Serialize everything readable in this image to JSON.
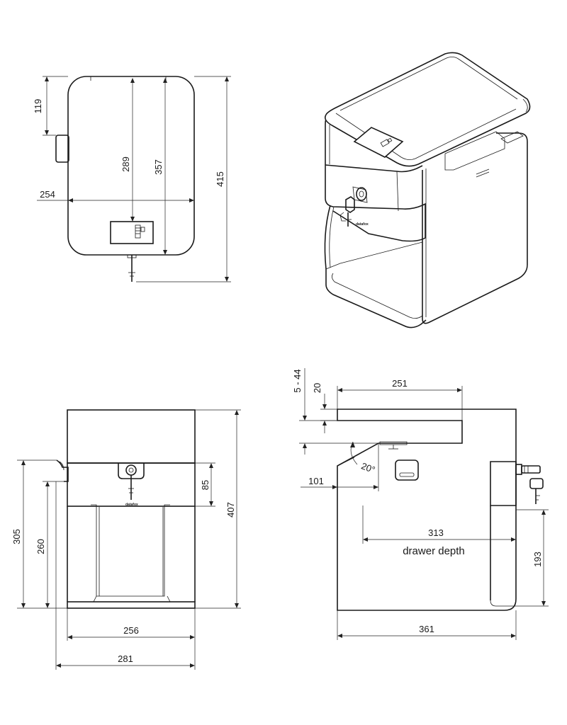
{
  "top_view": {
    "width": "254",
    "height_front": "119",
    "depth_inner": "289",
    "depth_body": "357",
    "depth_total": "415"
  },
  "iso_view": {},
  "front_view": {
    "top_height": "85",
    "total_height": "407",
    "side_height": "305",
    "inner_height": "260",
    "inner_width": "256",
    "total_width": "281"
  },
  "side_view": {
    "adjust_range": "5 - 44",
    "top_thickness": "20",
    "top_width": "251",
    "angle": "20°",
    "opening": "101",
    "drawer_depth_value": "313",
    "drawer_depth_label": "drawer depth",
    "lock_height": "193",
    "total_depth": "361"
  }
}
